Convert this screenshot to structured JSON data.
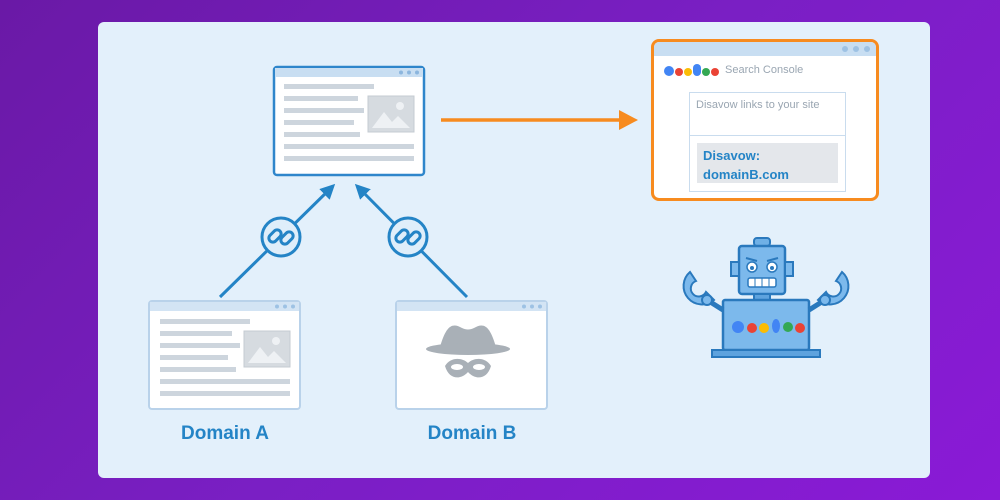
{
  "diagram": {
    "domain_a_label": "Domain A",
    "domain_b_label": "Domain B",
    "console": {
      "title": "Search Console",
      "box_label": "Disavow links to your site",
      "disavow_line1": "Disavow:",
      "disavow_line2": "domainB.com"
    }
  },
  "colors": {
    "accent_blue": "#2484c6",
    "arrow_orange": "#f78b1f",
    "panel_bg": "#e3f0fb",
    "google_blue": "#4285f4",
    "google_red": "#ea4335",
    "google_yellow": "#fbbc05",
    "google_green": "#34a853"
  },
  "icons": [
    "link-icon",
    "link-icon",
    "spy-hat-icon",
    "image-placeholder-icon",
    "robot-icon",
    "google-logo-icon",
    "arrow-right-icon"
  ]
}
